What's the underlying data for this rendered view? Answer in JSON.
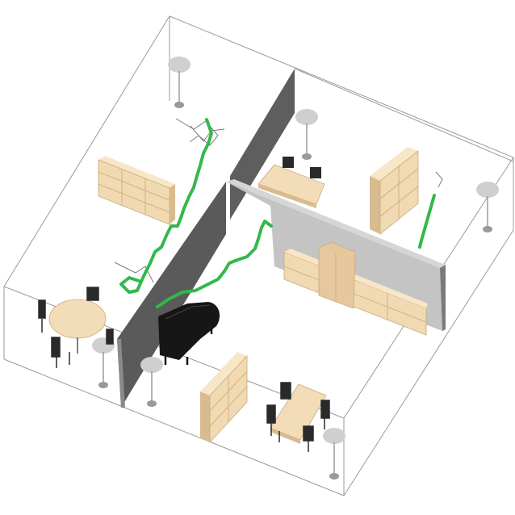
{
  "scene": {
    "background": "#ffffff",
    "colors": {
      "outline": "#9a9a9a",
      "wall_light": "#c6c6c6",
      "wall_dark": "#5a5a5a",
      "wood_light": "#f3dcb8",
      "wood_mid": "#e9cfa6",
      "wood_dark": "#cdb088",
      "path_green": "#33b84a",
      "robot_gray": "#7d7d7d",
      "piano_black": "#1a1a1a",
      "chair_black": "#2a2a2a",
      "lamp_gray": "#cfcfcf"
    },
    "objects": [
      "floor-plan-outline",
      "partition-wall-center",
      "partition-wall-right",
      "bookshelf-top-left",
      "bookshelf-top-right",
      "cabinet-wall-unit",
      "bookshelf-bottom",
      "round-table",
      "dining-table-top",
      "dining-table-bottom",
      "grand-piano",
      "floor-lamp",
      "robot-trajectory-path"
    ]
  }
}
